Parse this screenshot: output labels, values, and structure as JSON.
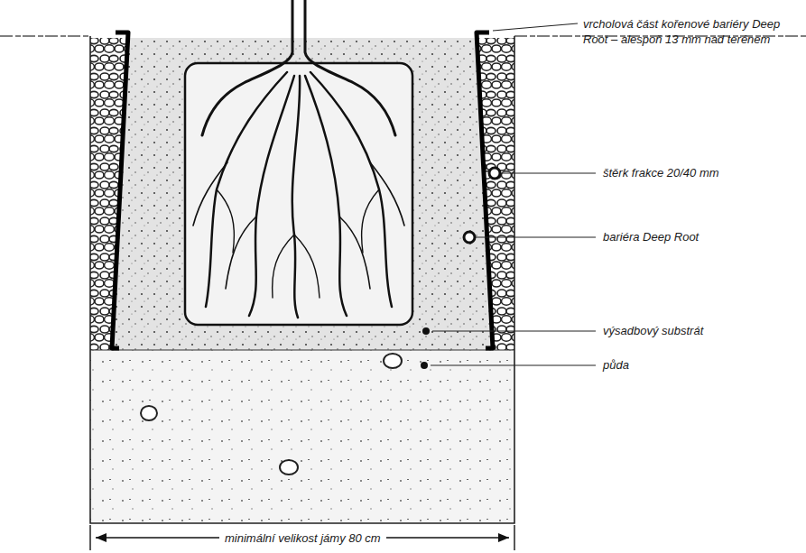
{
  "diagram": {
    "labels": [
      "vrcholová část kořenové bariéry Deep Root – alespoň 13 mm nad terénem",
      "štěrk frakce 20/40 mm",
      "bariéra Deep Root",
      "výsadbový substrát",
      "půda",
      "minimální velikost jámy 80 cm"
    ]
  }
}
